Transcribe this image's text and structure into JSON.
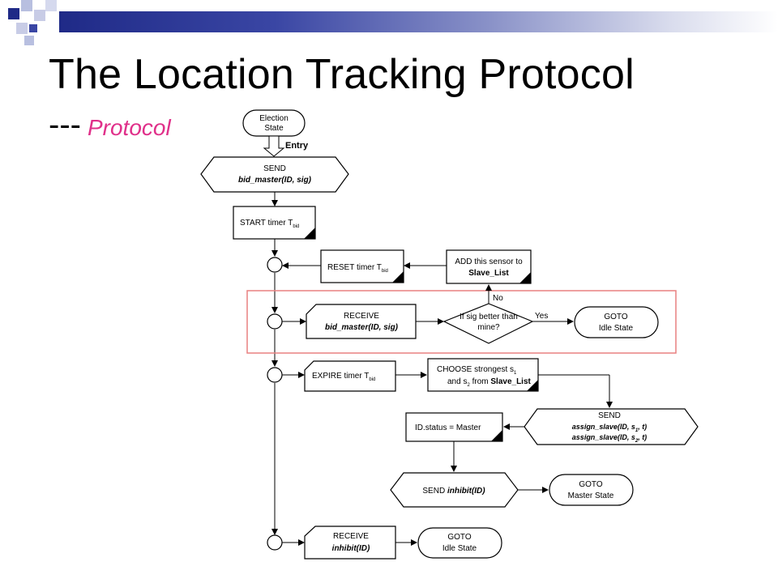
{
  "slide": {
    "title": "The Location Tracking Protocol",
    "subtitle_dashes": "---",
    "subtitle_text": "Protocol",
    "accent_color": "#e0308a",
    "highlight_color": "#e88080",
    "bar_color": "#1f2a87"
  },
  "flowchart": {
    "election_state": {
      "line1": "Election",
      "line2": "State"
    },
    "entry": "Entry",
    "send_bid": {
      "line1": "SEND",
      "line2": "bid_master(ID, sig)"
    },
    "start_timer": {
      "text": "START timer T",
      "sub": "bid"
    },
    "reset_timer": {
      "text": "RESET timer T",
      "sub": "bid"
    },
    "add_sensor": {
      "line1": "ADD this sensor to",
      "line2": "Slave_List"
    },
    "no_label": "No",
    "yes_label": "Yes",
    "receive_bid": {
      "line1": "RECEIVE",
      "line2": "bid_master(ID, sig)"
    },
    "decision": {
      "line1": "If sig better than",
      "line2": "mine?"
    },
    "goto_idle_1": {
      "line1": "GOTO",
      "line2": "Idle State"
    },
    "expire_timer": {
      "text": "EXPIRE timer T",
      "sub": "bid"
    },
    "choose": {
      "line1a": "CHOOSE strongest s",
      "line1sub": "1",
      "line2a": "and s",
      "line2sub": "2",
      "line2b": " from ",
      "line2c": "Slave_List"
    },
    "send_assign": {
      "line1": "SEND",
      "line2a": "assign_slave(ID, s",
      "line2sub": "1",
      "line2b": ", t)",
      "line3a": "assign_slave(ID, s",
      "line3sub": "2",
      "line3b": ", t)"
    },
    "id_status": "ID.status = Master",
    "send_inhibit": {
      "line1a": "SEND ",
      "line1b": "inhibit(ID)"
    },
    "goto_master": {
      "line1": "GOTO",
      "line2": "Master State"
    },
    "receive_inhibit": {
      "line1": "RECEIVE",
      "line2": "inhibit(ID)"
    },
    "goto_idle_2": {
      "line1": "GOTO",
      "line2": "Idle State"
    }
  }
}
